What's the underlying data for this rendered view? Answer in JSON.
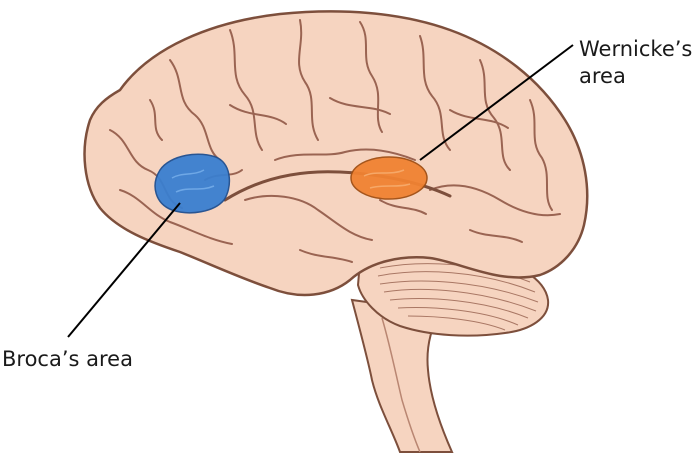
{
  "labels": {
    "wernicke_line1": "Wernicke’s",
    "wernicke_line2": "area",
    "broca": "Broca’s area"
  },
  "colors": {
    "brain_fill": "#f6d4c0",
    "brain_outline": "#7d4f3c",
    "sulcus": "#9a6452",
    "broca_fill": "#3a7fd0",
    "wernicke_fill": "#f08232",
    "leader_line": "#000000"
  }
}
